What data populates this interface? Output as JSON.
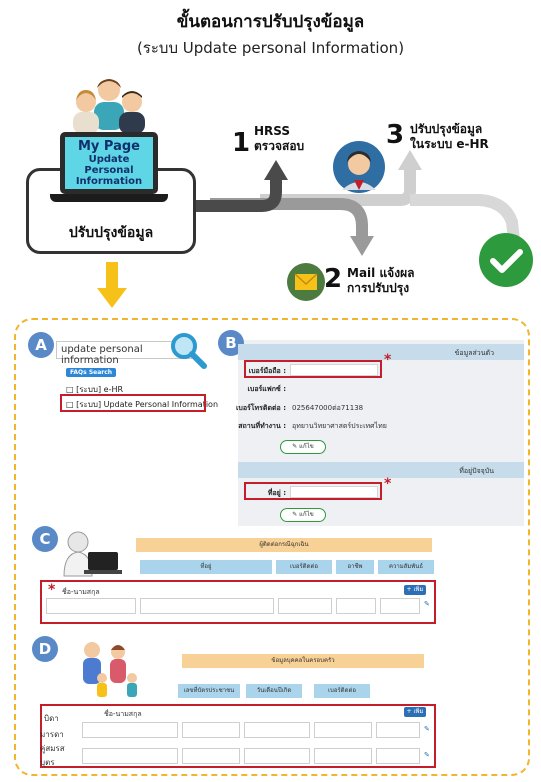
{
  "title": "ขั้นตอนการปรับปรุงข้อมูล",
  "subtitle": "(ระบบ Update personal Information)",
  "flow": {
    "laptop": {
      "line1": "My Page",
      "line2": "Update Personal",
      "line3": "Information"
    },
    "start_label": "ปรับปรุงข้อมูล",
    "steps": [
      {
        "num": "1",
        "line1": "HRSS",
        "line2": "ตรวจสอบ"
      },
      {
        "num": "2",
        "line1": "Mail แจ้งผล",
        "line2": "การปรับปรุง"
      },
      {
        "num": "3",
        "line1": "ปรับปรุงข้อมูล",
        "line2": "ในระบบ e-HR"
      }
    ],
    "colors": {
      "arrow_dark": "#4a4a4a",
      "arrow_mid": "#9a9a9a",
      "arrow_light": "#cfcfcf",
      "check": "#2e9a3e",
      "down_arrow": "#f6c21a",
      "dash": "#f2b52b"
    }
  },
  "section_a": {
    "badge": "A",
    "search_value": "update personal information",
    "faq_button": "FAQs Search",
    "items": [
      "[ระบบ] e-HR",
      "[ระบบ] Update Personal Information"
    ],
    "icons": [
      "magnifier-icon",
      "bookmark-icon"
    ]
  },
  "section_b": {
    "badge": "B",
    "header1": "ข้อมูลส่วนตัว",
    "rows": [
      {
        "label": "เบอร์มือถือ :",
        "value": ""
      },
      {
        "label": "เบอร์แฟกซ์ :",
        "value": ""
      },
      {
        "label": "เบอร์โทรติดต่อ :",
        "value": "025647000ต่อ71138"
      },
      {
        "label": "สถานที่ทำงาน :",
        "value": "อุทยานวิทยาศาสตร์ประเทศไทย"
      }
    ],
    "edit_label": "แก้ไข",
    "header2": "ที่อยู่ปัจจุบัน",
    "address_label": "ที่อยู่ :",
    "asterisk": "*"
  },
  "section_c": {
    "badge": "C",
    "header": "ผู้ติดต่อกรณีฉุกเฉิน",
    "columns": [
      "ที่อยู่",
      "เบอร์ติดต่อ",
      "อาชีพ",
      "ความสัมพันธ์"
    ],
    "name_label": "ชื่อ-นามสกุล",
    "add_label": "+ เพิ่ม",
    "asterisk": "*"
  },
  "section_d": {
    "badge": "D",
    "header": "ข้อมูลบุคคลในครอบครัว",
    "columns": [
      "เลขที่บัตรประชาชน",
      "วันเดือนปีเกิด",
      "เบอร์ติดต่อ"
    ],
    "name_label": "ชื่อ-นามสกุล",
    "add_label": "+ เพิ่ม",
    "rows": [
      "บิดา",
      "มารดา",
      "คู่สมรส",
      "บุตร"
    ]
  }
}
